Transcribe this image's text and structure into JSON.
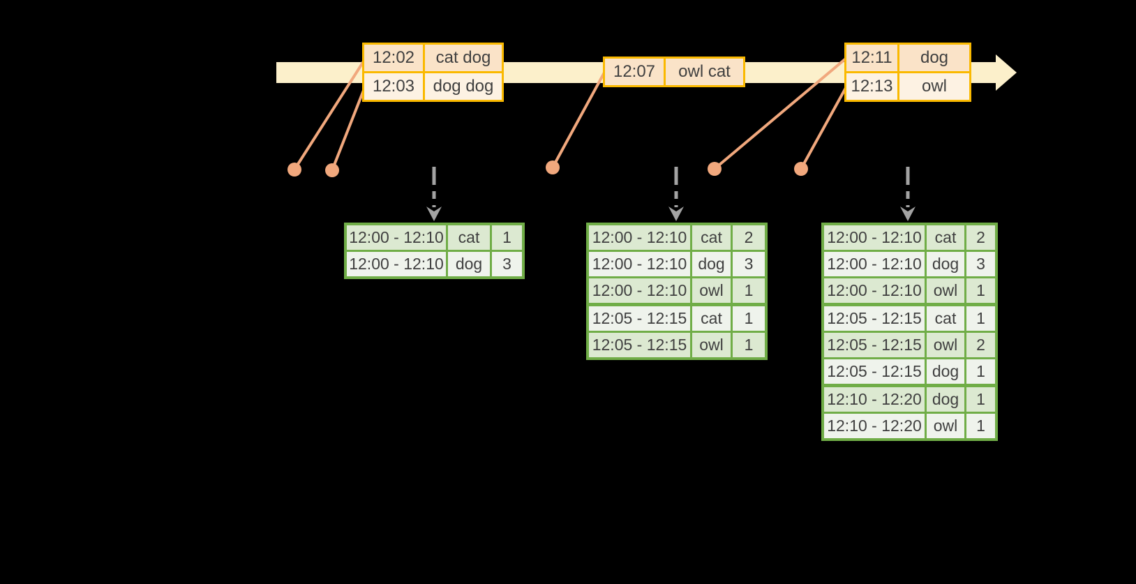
{
  "colors": {
    "timeline": "#FCF0CB",
    "event_border": "#FAB900",
    "event_row_odd": "#FAE3C8",
    "event_row_even": "#FDF2E3",
    "green_border": "#70AD47",
    "green_row_odd": "#DCE9D1",
    "green_row_even": "#EFF3EC",
    "connector": "#F1A87D",
    "dashed_arrow": "#A3A3A3",
    "text": "#3F3F3F"
  },
  "event_tables": [
    {
      "rows": [
        {
          "time": "12:02",
          "words": "cat dog"
        },
        {
          "time": "12:03",
          "words": "dog dog"
        }
      ]
    },
    {
      "rows": [
        {
          "time": "12:07",
          "words": "owl cat"
        }
      ]
    },
    {
      "rows": [
        {
          "time": "12:11",
          "words": "dog"
        },
        {
          "time": "12:13",
          "words": "owl"
        }
      ]
    }
  ],
  "result_tables": [
    {
      "group_breaks": [],
      "rows": [
        {
          "window": "12:00 - 12:10",
          "word": "cat",
          "count": "1"
        },
        {
          "window": "12:00 - 12:10",
          "word": "dog",
          "count": "3"
        }
      ]
    },
    {
      "group_breaks": [
        3
      ],
      "rows": [
        {
          "window": "12:00 - 12:10",
          "word": "cat",
          "count": "2"
        },
        {
          "window": "12:00 - 12:10",
          "word": "dog",
          "count": "3"
        },
        {
          "window": "12:00 - 12:10",
          "word": "owl",
          "count": "1"
        },
        {
          "window": "12:05 - 12:15",
          "word": "cat",
          "count": "1"
        },
        {
          "window": "12:05 - 12:15",
          "word": "owl",
          "count": "1"
        }
      ]
    },
    {
      "group_breaks": [
        3,
        6
      ],
      "rows": [
        {
          "window": "12:00 - 12:10",
          "word": "cat",
          "count": "2"
        },
        {
          "window": "12:00 - 12:10",
          "word": "dog",
          "count": "3"
        },
        {
          "window": "12:00 - 12:10",
          "word": "owl",
          "count": "1"
        },
        {
          "window": "12:05 - 12:15",
          "word": "cat",
          "count": "1"
        },
        {
          "window": "12:05 - 12:15",
          "word": "owl",
          "count": "2"
        },
        {
          "window": "12:05 - 12:15",
          "word": "dog",
          "count": "1"
        },
        {
          "window": "12:10 - 12:20",
          "word": "dog",
          "count": "1"
        },
        {
          "window": "12:10 - 12:20",
          "word": "owl",
          "count": "1"
        }
      ]
    }
  ]
}
